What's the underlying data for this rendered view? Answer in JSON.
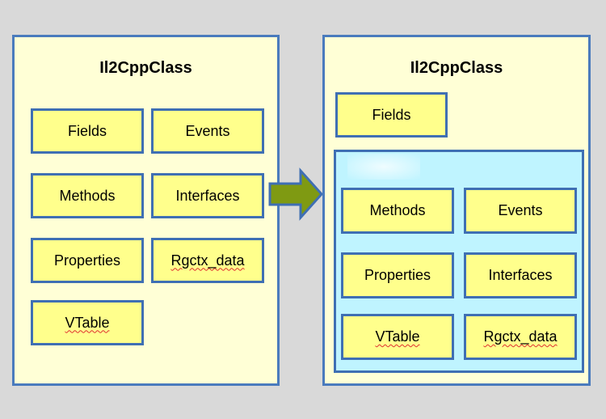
{
  "left_panel": {
    "title": "Il2CppClass",
    "fields": "Fields",
    "events": "Events",
    "methods": "Methods",
    "interfaces": "Interfaces",
    "properties": "Properties",
    "rgctx_data": "Rgctx_data",
    "vtable": "VTable"
  },
  "right_panel": {
    "title": "Il2CppClass",
    "fields": "Fields",
    "methods": "Methods",
    "events": "Events",
    "properties": "Properties",
    "interfaces": "Interfaces",
    "vtable": "VTable",
    "rgctx_data": "Rgctx_data"
  },
  "colors": {
    "background": "#d9d9d9",
    "panel_fill": "#ffffd6",
    "box_fill": "#ffff8c",
    "border": "#3f6fb3",
    "group_fill": "#bff4ff",
    "arrow_fill": "#7f9a12",
    "arrow_stroke": "#3f6fb3"
  }
}
